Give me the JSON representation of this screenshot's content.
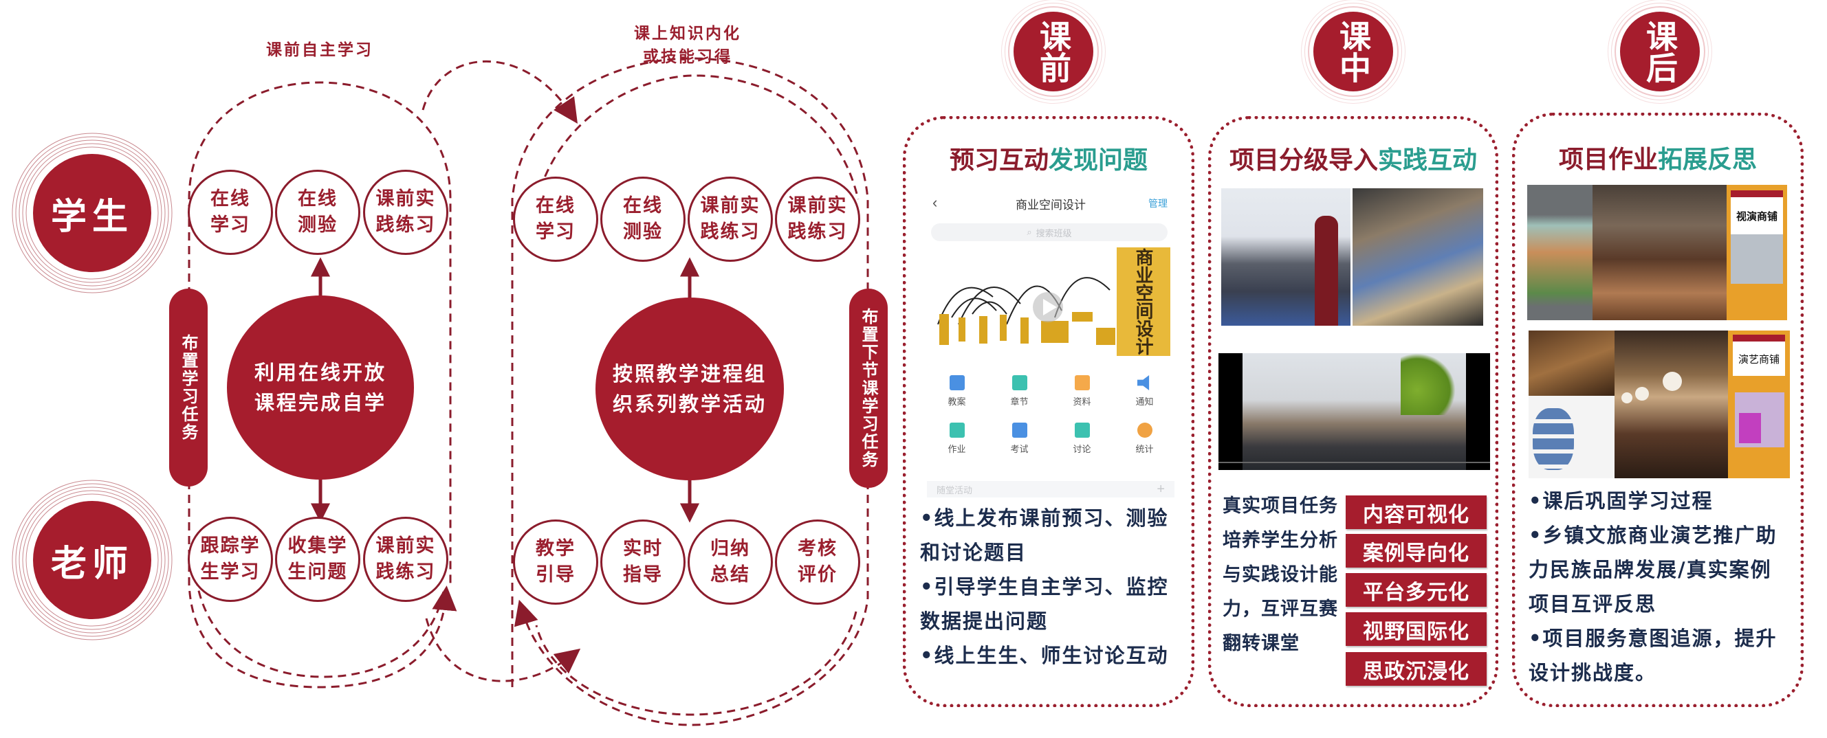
{
  "colors": {
    "primary_red": "#a61d2d",
    "dark_red_text": "#8b1c2c",
    "accent_teal": "#2a9d8f",
    "body_navy": "#1c2c4c"
  },
  "roles": {
    "student": "学生",
    "teacher": "老师"
  },
  "phase_labels": {
    "pre_class_self_study": "课前自主学习",
    "in_class_line1": "课上知识内化",
    "in_class_line2": "或技能习得"
  },
  "left_loop": {
    "student_nodes": [
      {
        "line1": "在线",
        "line2": "学习"
      },
      {
        "line1": "在线",
        "line2": "测验"
      },
      {
        "line1": "课前实",
        "line2": "践练习"
      }
    ],
    "center": {
      "line1": "利用在线开放",
      "line2": "课程完成自学"
    },
    "teacher_nodes": [
      {
        "line1": "跟踪学",
        "line2": "生学习"
      },
      {
        "line1": "收集学",
        "line2": "生问题"
      },
      {
        "line1": "课前实",
        "line2": "践练习"
      }
    ],
    "pill": "布置学习任务"
  },
  "right_loop": {
    "student_nodes": [
      {
        "line1": "在线",
        "line2": "学习"
      },
      {
        "line1": "在线",
        "line2": "测验"
      },
      {
        "line1": "课前实",
        "line2": "践练习"
      },
      {
        "line1": "课前实",
        "line2": "践练习"
      }
    ],
    "center": {
      "line1": "按照教学进程组",
      "line2": "织系列教学活动"
    },
    "teacher_nodes": [
      {
        "line1": "教学",
        "line2": "引导"
      },
      {
        "line1": "实时",
        "line2": "指导"
      },
      {
        "line1": "归纳",
        "line2": "总结"
      },
      {
        "line1": "考核",
        "line2": "评价"
      }
    ],
    "pill": "布置下节课学习任务"
  },
  "phases": [
    {
      "badge": "课前",
      "title_main": "预习互动",
      "title_accent": "发现问题",
      "phone": {
        "back": "‹",
        "title": "商业空间设计",
        "manage": "管理",
        "search_placeholder": "搜索班级",
        "book_title": "商业空间设计",
        "icons": [
          {
            "label": "教案",
            "color": "#4a90e2"
          },
          {
            "label": "章节",
            "color": "#3cc1b0"
          },
          {
            "label": "资料",
            "color": "#f5a94a"
          },
          {
            "label": "通知",
            "color": "#4a90e2"
          },
          {
            "label": "作业",
            "color": "#3cc1b0"
          },
          {
            "label": "考试",
            "color": "#4a90e2"
          },
          {
            "label": "讨论",
            "color": "#3cc1b0"
          },
          {
            "label": "统计",
            "color": "#f0a243"
          }
        ],
        "activity": "随堂活动",
        "activity_add": "+"
      },
      "bullets": [
        "•线上发布课前预习、测验",
        "和讨论题目",
        "•引导学生自主学习、监控",
        "数据提出问题",
        "•线上生生、师生讨论互动"
      ]
    },
    {
      "badge": "课中",
      "title_main": "项目分级导入",
      "title_accent": "实践互动",
      "task_lines": [
        "真实项目任务",
        "培养学生分析",
        "与实践设计能",
        "力，互评互赛",
        "翻转课堂"
      ],
      "tags": [
        "内容可视化",
        "案例导向化",
        "平台多元化",
        "视野国际化",
        "思政沉浸化"
      ]
    },
    {
      "badge": "课后",
      "title_main": "项目作业",
      "title_accent": "拓展反思",
      "poster1_title": "视演商铺",
      "poster2_title": "演艺商铺",
      "bullets": [
        "•课后巩固学习过程",
        "•乡镇文旅商业演艺推广助",
        "力民族品牌发展/真实案例",
        "项目互评反思",
        "•项目服务意图追源，提升",
        "设计挑战度。"
      ]
    }
  ]
}
